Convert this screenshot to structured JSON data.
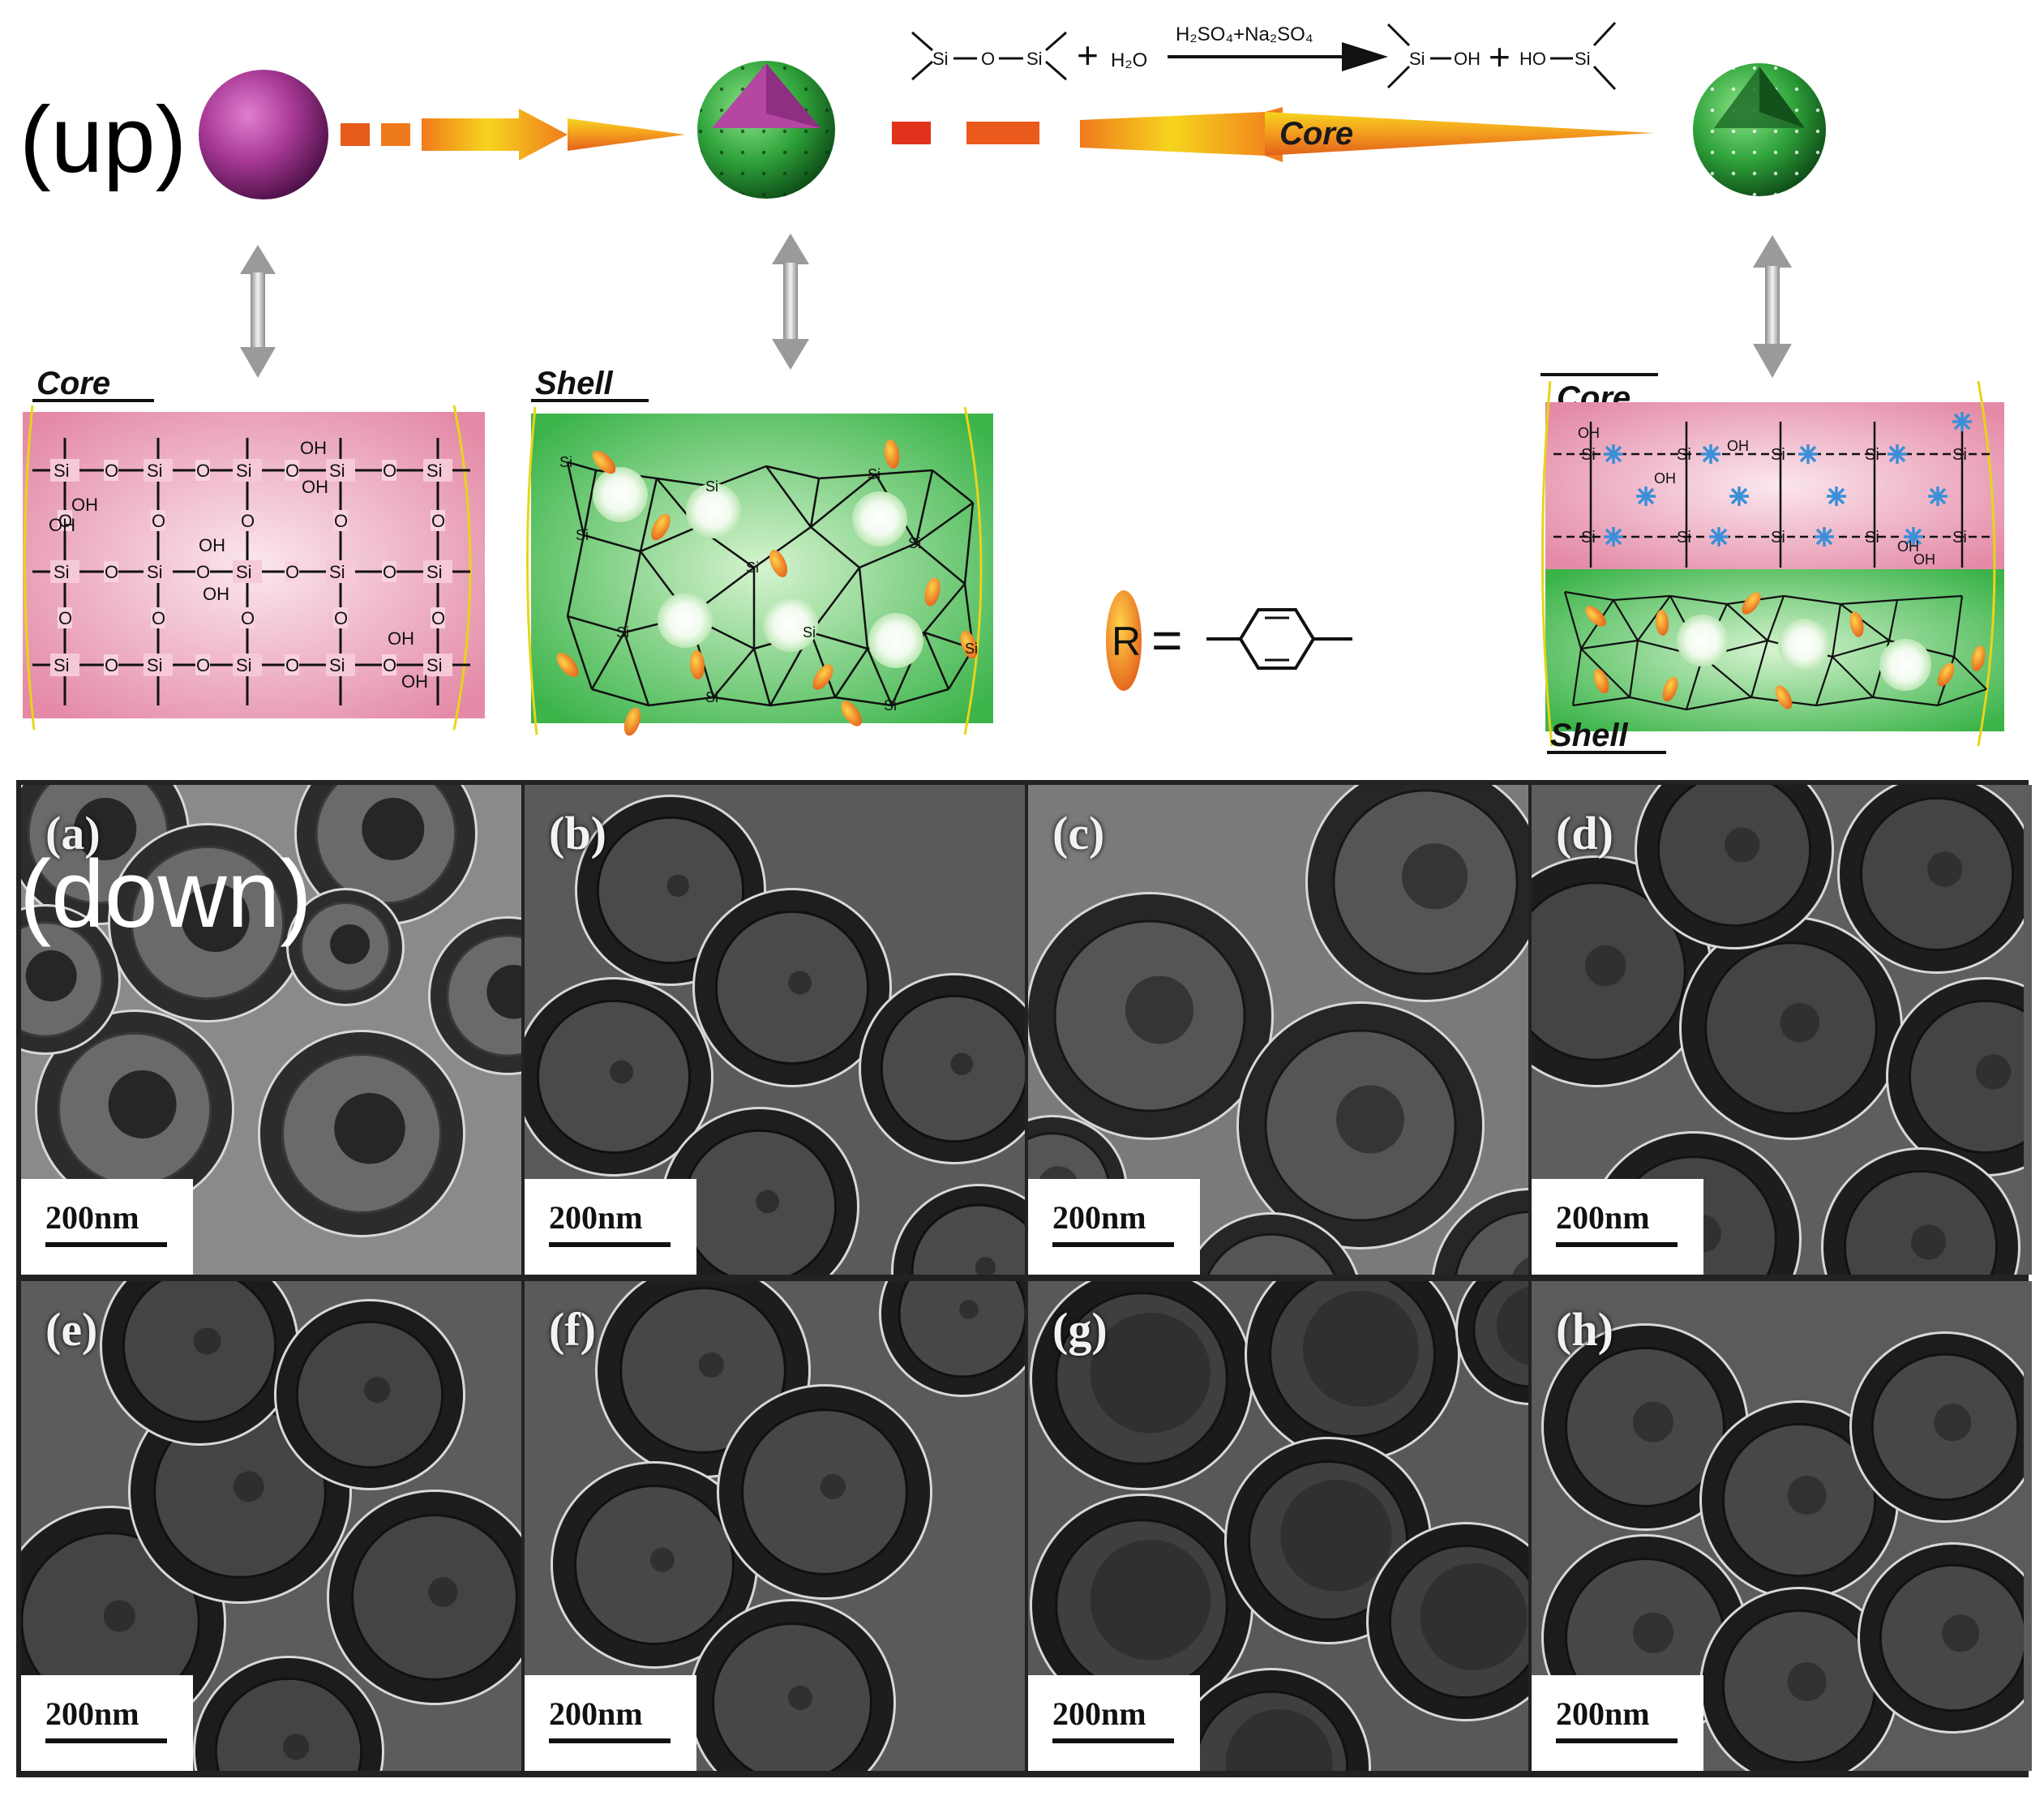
{
  "figure_labels": {
    "up": "(up)",
    "down": "(down)"
  },
  "reaction": {
    "catalyst": "H₂SO₄+Na₂SO₄",
    "plus": "+",
    "water": "H₂O",
    "si": "Si",
    "o": "O",
    "oh": "OH",
    "ho": "HO"
  },
  "arrow_label": "Core",
  "boxes": {
    "left": {
      "title": "Core"
    },
    "middle": {
      "title": "Shell"
    },
    "right": {
      "title_top": "Core",
      "title_bottom": "Shell"
    }
  },
  "legend": {
    "symbol": "R",
    "equals": "="
  },
  "network_atoms": {
    "si": "Si",
    "o": "O",
    "oh": "OH",
    "r": "R"
  },
  "colors": {
    "core_pink": "#e9a3b7",
    "shell_green": "#3cb44a",
    "particle_purple": "#9b2f8a",
    "arrow_orange": "#f07a1c",
    "arrow_yellow": "#f6d51e",
    "r_orange": "#f08a1c",
    "asterisk_blue": "#3a8fd8"
  },
  "panels": [
    {
      "label": "(a)",
      "scale": "200nm"
    },
    {
      "label": "(b)",
      "scale": "200nm"
    },
    {
      "label": "(c)",
      "scale": "200nm"
    },
    {
      "label": "(d)",
      "scale": "200nm"
    },
    {
      "label": "(e)",
      "scale": "200nm"
    },
    {
      "label": "(f)",
      "scale": "200nm"
    },
    {
      "label": "(g)",
      "scale": "200nm"
    },
    {
      "label": "(h)",
      "scale": "200nm"
    }
  ]
}
